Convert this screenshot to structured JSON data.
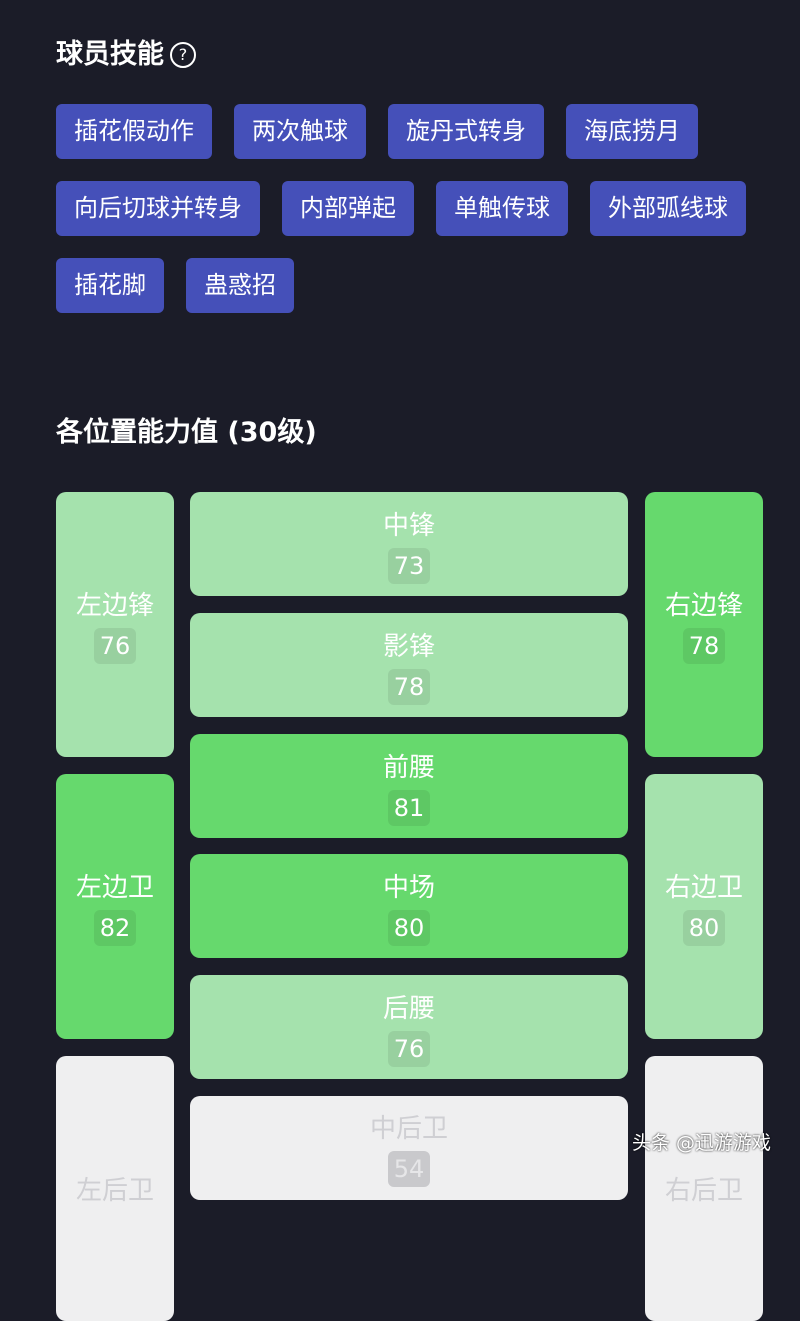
{
  "skills": {
    "title": "球员技能",
    "help_icon": "?",
    "items": [
      "插花假动作",
      "两次触球",
      "旋丹式转身",
      "海底捞月",
      "向后切球并转身",
      "内部弹起",
      "单触传球",
      "外部弧线球",
      "插花脚",
      "蛊惑招"
    ]
  },
  "positions": {
    "title": "各位置能力值 (30级)",
    "colors": {
      "light": "#a5e2ad",
      "bright": "#66d96d",
      "grey": "#efeff0",
      "chip": "#4550b9"
    },
    "lw": {
      "label": "左边锋",
      "value": "76"
    },
    "st": {
      "label": "中锋",
      "value": "73"
    },
    "rw": {
      "label": "右边锋",
      "value": "78"
    },
    "cf": {
      "label": "影锋",
      "value": "78"
    },
    "cam": {
      "label": "前腰",
      "value": "81"
    },
    "lb": {
      "label": "左边卫",
      "value": "82"
    },
    "cm": {
      "label": "中场",
      "value": "80"
    },
    "rb": {
      "label": "右边卫",
      "value": "80"
    },
    "cdm": {
      "label": "后腰",
      "value": "76"
    },
    "lcb": {
      "label": "左后卫"
    },
    "cb": {
      "label": "中后卫",
      "value": "54"
    },
    "rcb": {
      "label": "右后卫"
    }
  },
  "watermark": "头条 @迅游游戏"
}
